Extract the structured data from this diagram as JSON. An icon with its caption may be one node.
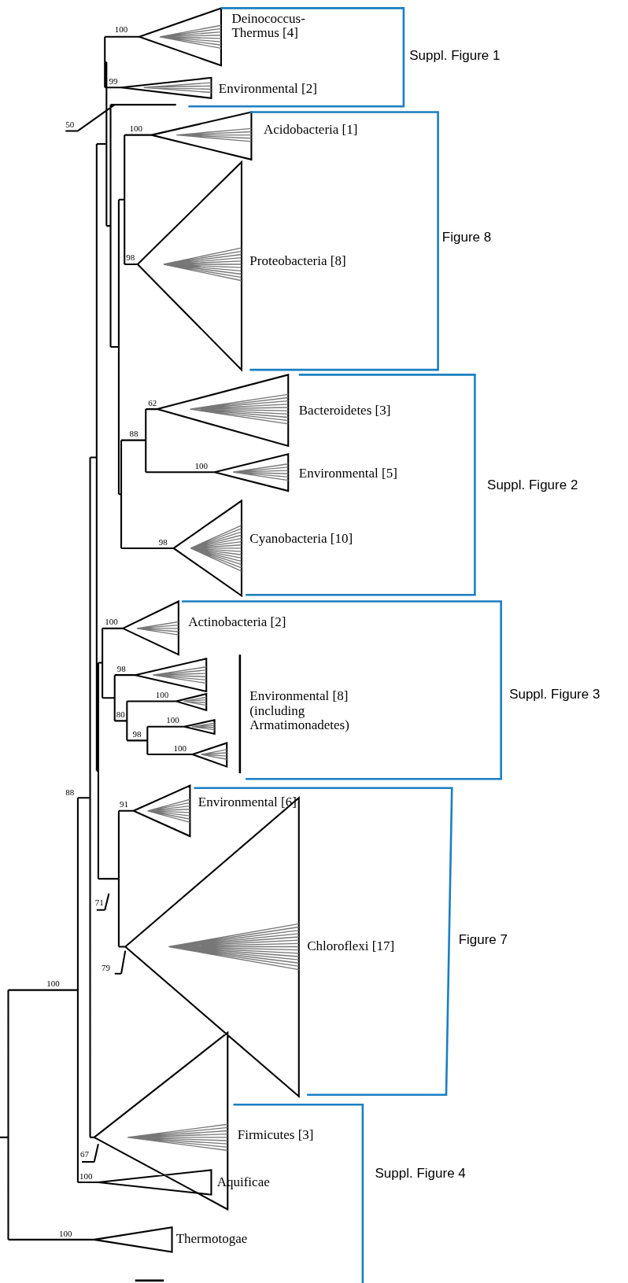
{
  "diagram": {
    "labels": [
      "100",
      "Deinococcus-Thermus [4]",
      "Suppl. Figure 1",
      "99",
      "Environmental [2]",
      "50",
      "100",
      "Acidobacteria [1]",
      "Figure 8",
      "98",
      "Proteobacteria [8]",
      "62",
      "Bacteroidetes [3]",
      "88",
      "100",
      "Environmental [5]",
      "Suppl. Figure 2",
      "98",
      "Cyanobacteria [10]",
      "100",
      "Actinobacteria [2]",
      "98",
      "Environmental [8] (including Armatimonadetes)",
      "Suppl. Figure 3",
      "100",
      "80",
      "100",
      "98",
      "100",
      "88",
      "91",
      "Environmental [6]",
      "71",
      "Chloroflexi [17]",
      "Figure 7",
      "79",
      "100",
      "Firmicutes [3]",
      "67",
      "Suppl. Figure 4",
      "100",
      "Aquificae",
      "100",
      "Thermotogae"
    ]
  }
}
